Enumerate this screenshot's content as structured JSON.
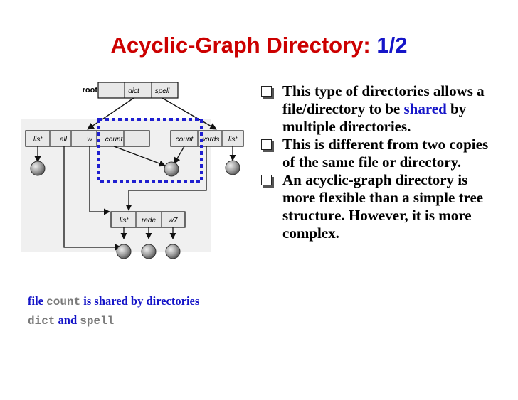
{
  "slide": {
    "title_main": "Acyclic-Graph Directory:",
    "title_num": "1/2"
  },
  "diagram": {
    "root_label": "root",
    "root_entries": [
      "dict",
      "spell"
    ],
    "dict_entries": [
      "list",
      "all",
      "w",
      "count"
    ],
    "spell_entries": [
      "count",
      "words",
      "list"
    ],
    "sub_entries": [
      "list",
      "rade",
      "w7"
    ]
  },
  "bullets": [
    {
      "pre": "This type of directories allows a file/directory to be ",
      "hl": "shared",
      "post": " by multiple directories."
    },
    {
      "pre": "This is different from two copies of the same file or directory.",
      "hl": "",
      "post": ""
    },
    {
      "pre": "An acyclic-graph directory is more flexible than a simple tree structure. However, it is more complex.",
      "hl": "",
      "post": ""
    }
  ],
  "caption": {
    "w1": "file",
    "w2": "count",
    "w3": "is shared by directories",
    "w4": "dict",
    "w5": "and",
    "w6": "spell"
  },
  "colors": {
    "title_red": "#cc0000",
    "accent_blue": "#1515c8",
    "dashed_blue": "#1f1fd0",
    "box_fill": "#e8e8e8",
    "background": "#ffffff"
  }
}
